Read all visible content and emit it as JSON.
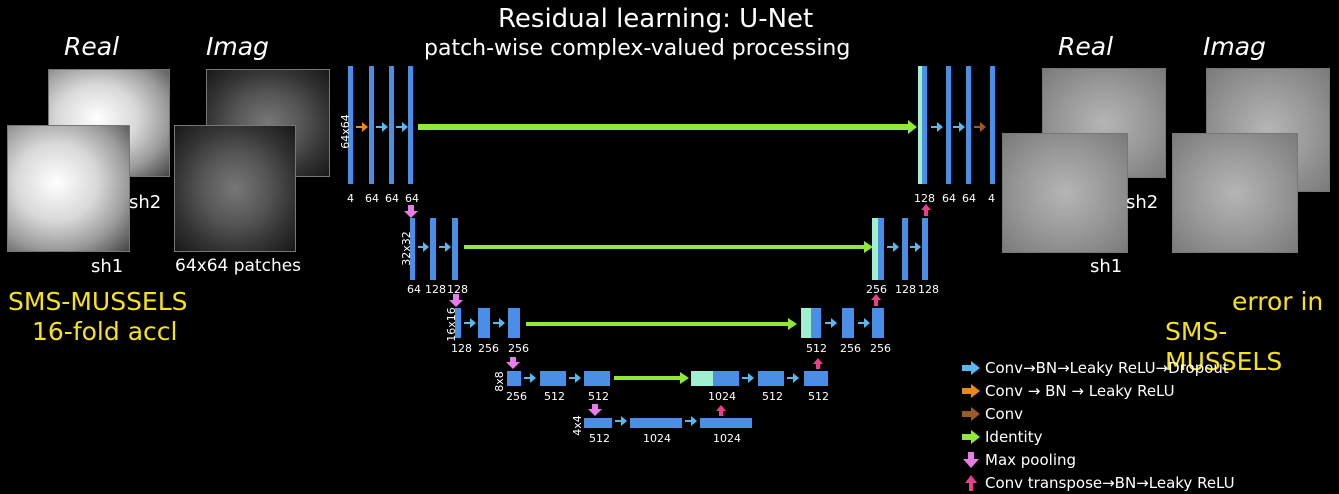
{
  "title": "Residual learning: U-Net",
  "subtitle": "patch-wise complex-valued processing",
  "left": {
    "real_label": "Real",
    "imag_label": "Imag",
    "sh2": "sh2",
    "sh1": "sh1",
    "patches": "64x64 patches",
    "method_line1": "SMS-MUSSELS",
    "method_line2": "16-fold accl"
  },
  "right": {
    "real_label": "Real",
    "imag_label": "Imag",
    "sh2": "sh2",
    "sh1": "sh1",
    "error_line1": "error in",
    "error_line2": "SMS-MUSSELS"
  },
  "levels": [
    {
      "dim": "64x64",
      "enc": [
        "4",
        "64",
        "64",
        "64"
      ],
      "dec": [
        "128",
        "64",
        "64",
        "4"
      ]
    },
    {
      "dim": "32x32",
      "enc": [
        "64",
        "128",
        "128"
      ],
      "dec": [
        "256",
        "128",
        "128"
      ]
    },
    {
      "dim": "16x16",
      "enc": [
        "128",
        "256",
        "256"
      ],
      "dec": [
        "512",
        "256",
        "256"
      ]
    },
    {
      "dim": "8x8",
      "enc": [
        "256",
        "512",
        "512"
      ],
      "dec": [
        "1024",
        "512",
        "512"
      ]
    },
    {
      "dim": "4x4",
      "bottom": [
        "512",
        "1024",
        "1024"
      ]
    }
  ],
  "legend": [
    {
      "text": "Conv→BN→Leaky ReLU→Dropout",
      "icon": "arrow-right-icon",
      "color": "#5bb8ee"
    },
    {
      "text": "Conv → BN → Leaky ReLU",
      "icon": "arrow-right-icon",
      "color": "#e88a1a"
    },
    {
      "text": "Conv",
      "icon": "arrow-right-icon",
      "color": "#9a5a2a"
    },
    {
      "text": "Identity",
      "icon": "arrow-right-icon",
      "color": "#8fe83a"
    },
    {
      "text": "Max pooling",
      "icon": "arrow-down-icon",
      "color": "#e87ce8"
    },
    {
      "text": "Conv transpose→BN→Leaky ReLU",
      "icon": "arrow-up-icon",
      "color": "#e8408a"
    }
  ],
  "colors": {
    "block": "#4a8ee8",
    "block_side": "#2a5fb0",
    "concat": "#9ff0d0",
    "yellow": "#f5e11c"
  }
}
